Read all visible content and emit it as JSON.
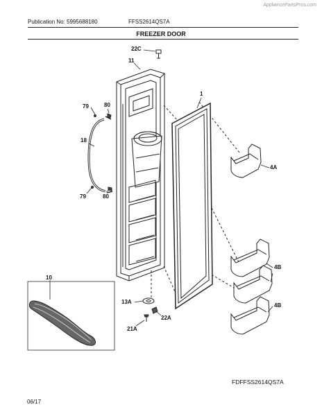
{
  "header": {
    "watermark": "AppliancePartsPros.com",
    "publication": "Publication No: 5995688180",
    "model": "FFSS2614QS7A"
  },
  "title": "FREEZER DOOR",
  "labels": {
    "p22c": "22C",
    "p11": "11",
    "p1": "1",
    "p79_top": "79",
    "p80_top": "80",
    "p18": "18",
    "p79_bottom": "79",
    "p80_bottom": "80",
    "p4a": "4A",
    "p4b_mid": "4B",
    "p4b_low": "4B",
    "p10": "10",
    "p13a": "13A",
    "p22a": "22A",
    "p21a": "21A"
  },
  "footer": {
    "diagram_code": "FDFFSS2614QS7A",
    "date": "06/17"
  }
}
